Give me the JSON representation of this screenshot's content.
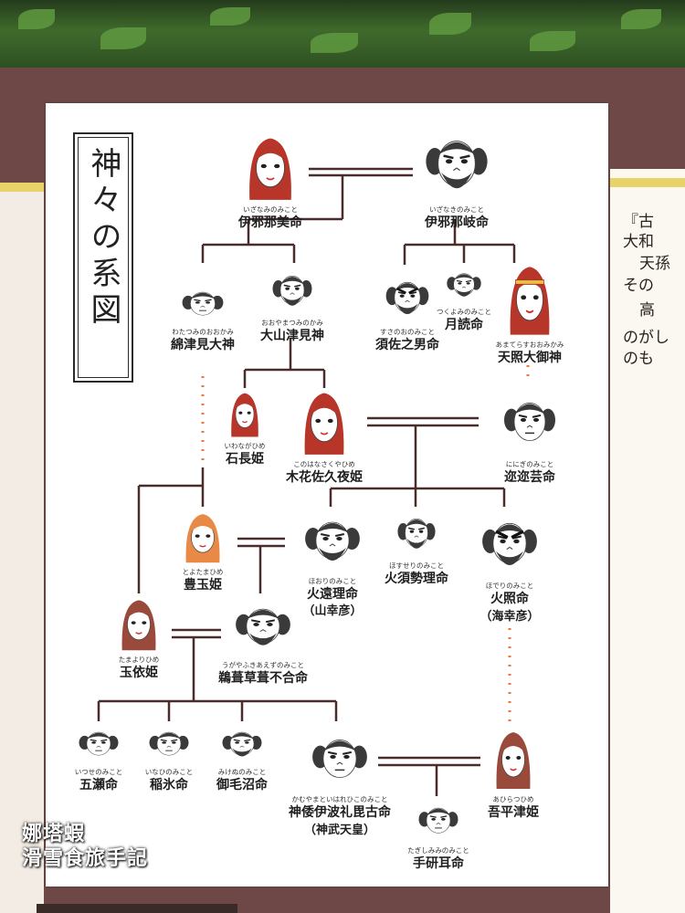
{
  "title": "神々の系図",
  "side_text": [
    "『古",
    "大和",
    "天孫",
    "その",
    "高",
    "のがし",
    "のも"
  ],
  "watermark": [
    "娜塔蝦",
    "滑雪食旅手記"
  ],
  "colors": {
    "line": "#4a2c2a",
    "dots": "#e07a45",
    "hair_red": "#b8352a",
    "hair_orange": "#e88a45",
    "beard": "#3a3a3a"
  },
  "figures": [
    {
      "id": "izanami",
      "name": "伊邪那美命",
      "ruby": "いざなみのみこと",
      "icon": "goddess-face-red-icon"
    },
    {
      "id": "izanagi",
      "name": "伊邪那岐命",
      "ruby": "いざなきのみこと",
      "icon": "bearded-god-face-icon"
    },
    {
      "id": "watatsumi",
      "name": "綿津見大神",
      "ruby": "わたつみのおおかみ",
      "icon": "god-face-icon"
    },
    {
      "id": "oyamatsumi",
      "name": "大山津見神",
      "ruby": "おおやまつみのかみ",
      "icon": "bearded-god-face-icon"
    },
    {
      "id": "susanoo",
      "name": "須佐之男命",
      "ruby": "すさのおのみこと",
      "icon": "fierce-god-face-icon"
    },
    {
      "id": "tsukuyomi",
      "name": "月読命",
      "ruby": "つくよみのみこと",
      "icon": "bearded-god-face-icon"
    },
    {
      "id": "amaterasu",
      "name": "天照大御神",
      "ruby": "あまてらすおおみかみ",
      "icon": "sun-goddess-face-icon"
    },
    {
      "id": "iwanaga",
      "name": "石長姫",
      "ruby": "いわながひめ",
      "icon": "goddess-face-red-icon"
    },
    {
      "id": "konohana",
      "name": "木花佐久夜姫",
      "ruby": "このはなさくやひめ",
      "icon": "goddess-face-red-icon"
    },
    {
      "id": "ninigi",
      "name": "迩迩芸命",
      "ruby": "ににぎのみこと",
      "icon": "god-face-icon"
    },
    {
      "id": "toyotama",
      "name": "豊玉姫",
      "ruby": "とよたまひめ",
      "icon": "goddess-face-orange-icon"
    },
    {
      "id": "hoori",
      "name": "火遠理命",
      "ruby": "ほおりのみこと",
      "sub": "（山幸彦）",
      "icon": "bearded-god-face-icon"
    },
    {
      "id": "hosuseri",
      "name": "火須勢理命",
      "ruby": "ほすせりのみこと",
      "icon": "bearded-god-face-icon"
    },
    {
      "id": "hoderi",
      "name": "火照命",
      "ruby": "ほでりのみこと",
      "sub": "（海幸彦）",
      "icon": "fierce-god-face-icon"
    },
    {
      "id": "tamayori",
      "name": "玉依姫",
      "ruby": "たまよりひめ",
      "icon": "goddess-face-brown-icon"
    },
    {
      "id": "ugaya",
      "name": "鵜葺草葺不合命",
      "ruby": "うがやふきあえずのみこと",
      "icon": "bearded-god-face-icon"
    },
    {
      "id": "itsuse",
      "name": "五瀬命",
      "ruby": "いつせのみこと",
      "icon": "god-face-icon"
    },
    {
      "id": "inahi",
      "name": "稲氷命",
      "ruby": "いなひのみこと",
      "icon": "god-face-icon"
    },
    {
      "id": "mikenu",
      "name": "御毛沼命",
      "ruby": "みけぬのみこと",
      "icon": "bearded-god-face-icon"
    },
    {
      "id": "jimmu",
      "name": "神倭伊波礼毘古命",
      "ruby": "かむやまといはれひこのみこと",
      "sub": "（神武天皇）",
      "icon": "god-face-icon"
    },
    {
      "id": "ahira",
      "name": "吾平津姫",
      "ruby": "あひらつひめ",
      "icon": "goddess-face-brown-icon"
    },
    {
      "id": "tagishi",
      "name": "手研耳命",
      "ruby": "たぎしみみのみこと",
      "icon": "god-face-icon"
    }
  ]
}
